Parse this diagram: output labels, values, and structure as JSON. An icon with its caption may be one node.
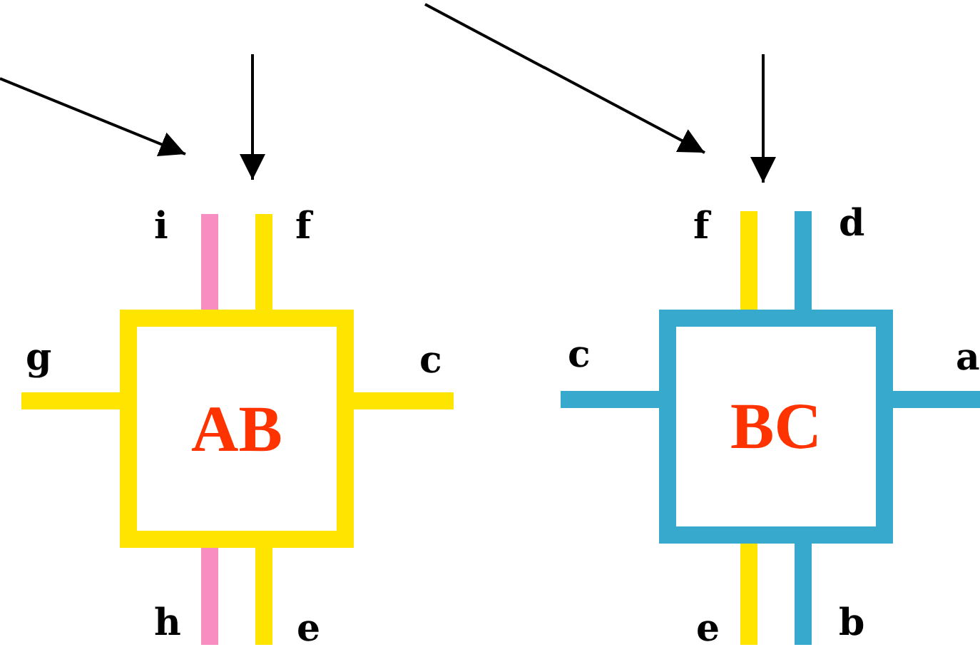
{
  "diagram": {
    "nodes": [
      {
        "text": [
          "AB"
        ]
      },
      {
        "text": [
          "BC"
        ]
      }
    ],
    "labels": [
      "i",
      "f",
      "g",
      "c",
      "h",
      "e",
      "f",
      "d",
      "c",
      "a",
      "e",
      "b"
    ]
  }
}
